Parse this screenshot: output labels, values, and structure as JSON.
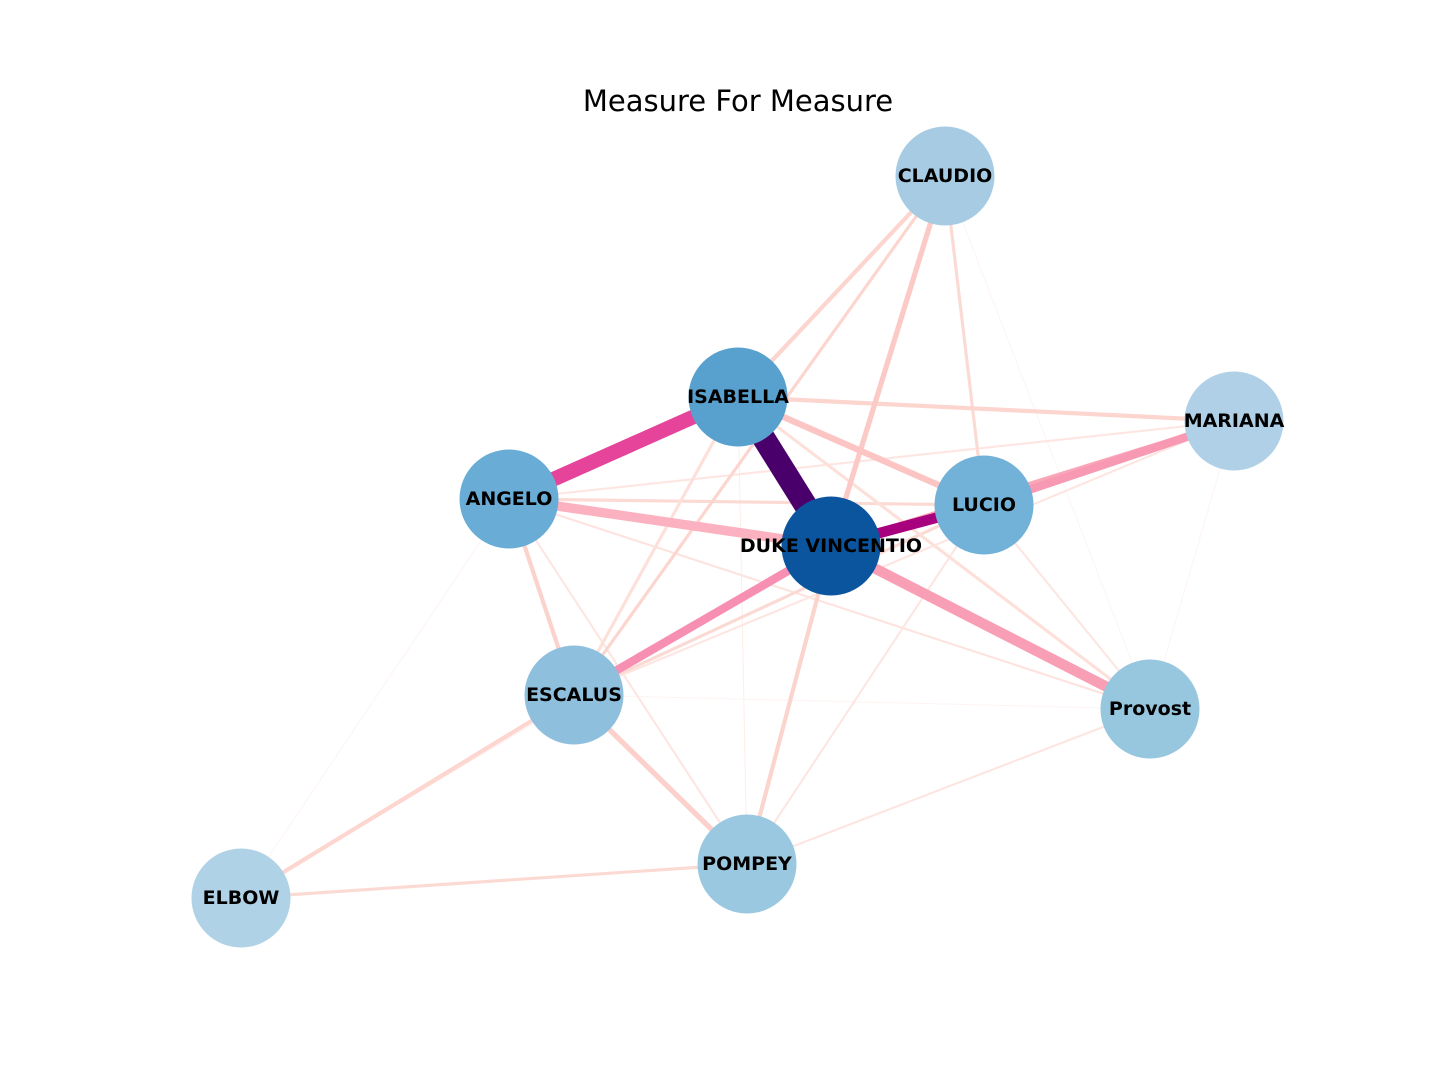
{
  "title": "Measure For Measure",
  "nodes": [
    {
      "id": "CLAUDIO",
      "label": "CLAUDIO",
      "color": "#a6cbe2"
    },
    {
      "id": "ISABELLA",
      "label": "ISABELLA",
      "color": "#58a1cf"
    },
    {
      "id": "MARIANA",
      "label": "MARIANA",
      "color": "#afd0e6"
    },
    {
      "id": "ANGELO",
      "label": "ANGELO",
      "color": "#69acd5"
    },
    {
      "id": "LUCIO",
      "label": "LUCIO",
      "color": "#72b2d8"
    },
    {
      "id": "DUKE",
      "label": "DUKE VINCENTIO",
      "color": "#0b559f"
    },
    {
      "id": "ESCALUS",
      "label": "ESCALUS",
      "color": "#8ec0de"
    },
    {
      "id": "PROVOST",
      "label": "Provost",
      "color": "#97c6df"
    },
    {
      "id": "POMPEY",
      "label": "POMPEY",
      "color": "#9ac8e0"
    },
    {
      "id": "ELBOW",
      "label": "ELBOW",
      "color": "#b0d2e7"
    }
  ],
  "edges": [
    {
      "source": "ISABELLA",
      "target": "DUKE",
      "weight": 22,
      "color": "#4a006a"
    },
    {
      "source": "ISABELLA",
      "target": "ANGELO",
      "weight": 14,
      "color": "#e5449a"
    },
    {
      "source": "DUKE",
      "target": "LUCIO",
      "weight": 10,
      "color": "#a8017e"
    },
    {
      "source": "DUKE",
      "target": "PROVOST",
      "weight": 10,
      "color": "#f99fb5"
    },
    {
      "source": "DUKE",
      "target": "ESCALUS",
      "weight": 8,
      "color": "#f78fb3"
    },
    {
      "source": "LUCIO",
      "target": "MARIANA",
      "weight": 8,
      "color": "#f899b3"
    },
    {
      "source": "DUKE",
      "target": "ANGELO",
      "weight": 9,
      "color": "#fbb1bf"
    },
    {
      "source": "DUKE",
      "target": "MARIANA",
      "weight": 5,
      "color": "#f9a7b8"
    },
    {
      "source": "ISABELLA",
      "target": "LUCIO",
      "weight": 6,
      "color": "#fcc4c3"
    },
    {
      "source": "DUKE",
      "target": "CLAUDIO",
      "weight": 5,
      "color": "#fccac6"
    },
    {
      "source": "ESCALUS",
      "target": "POMPEY",
      "weight": 5,
      "color": "#fcd0cb"
    },
    {
      "source": "ISABELLA",
      "target": "CLAUDIO",
      "weight": 4,
      "color": "#fdd5cf"
    },
    {
      "source": "ISABELLA",
      "target": "MARIANA",
      "weight": 4,
      "color": "#fcd5cf"
    },
    {
      "source": "ANGELO",
      "target": "ESCALUS",
      "weight": 4,
      "color": "#fcd2cc"
    },
    {
      "source": "ESCALUS",
      "target": "ELBOW",
      "weight": 4,
      "color": "#fdd6d0"
    },
    {
      "source": "DUKE",
      "target": "POMPEY",
      "weight": 4,
      "color": "#fcd4ce"
    },
    {
      "source": "ANGELO",
      "target": "LUCIO",
      "weight": 3,
      "color": "#fcdad4"
    },
    {
      "source": "ELBOW",
      "target": "POMPEY",
      "weight": 3,
      "color": "#fcdad4"
    },
    {
      "source": "CLAUDIO",
      "target": "LUCIO",
      "weight": 3,
      "color": "#fcdad4"
    },
    {
      "source": "LUCIO",
      "target": "ESCALUS",
      "weight": 3,
      "color": "#fcdad4"
    },
    {
      "source": "ISABELLA",
      "target": "PROVOST",
      "weight": 3,
      "color": "#fde0da"
    },
    {
      "source": "ISABELLA",
      "target": "ESCALUS",
      "weight": 3,
      "color": "#fde0da"
    },
    {
      "source": "CLAUDIO",
      "target": "ESCALUS",
      "weight": 3,
      "color": "#fdd5cf"
    },
    {
      "source": "ANGELO",
      "target": "PROVOST",
      "weight": 2,
      "color": "#fde3de"
    },
    {
      "source": "ANGELO",
      "target": "POMPEY",
      "weight": 2,
      "color": "#fde6e2"
    },
    {
      "source": "LUCIO",
      "target": "POMPEY",
      "weight": 2,
      "color": "#fde6e2"
    },
    {
      "source": "POMPEY",
      "target": "PROVOST",
      "weight": 2,
      "color": "#fde6e2"
    },
    {
      "source": "ANGELO",
      "target": "MARIANA",
      "weight": 2,
      "color": "#fde6e2"
    },
    {
      "source": "ESCALUS",
      "target": "MARIANA",
      "weight": 2,
      "color": "#fde6e2"
    },
    {
      "source": "LUCIO",
      "target": "PROVOST",
      "weight": 2,
      "color": "#fde6e2"
    },
    {
      "source": "ISABELLA",
      "target": "POMPEY",
      "weight": 1,
      "color": "#fdeeea"
    },
    {
      "source": "DUKE",
      "target": "ELBOW",
      "weight": 1,
      "color": "#fdf0ec"
    },
    {
      "source": "ANGELO",
      "target": "ELBOW",
      "weight": 1,
      "color": "#fef4f1"
    },
    {
      "source": "ESCALUS",
      "target": "PROVOST",
      "weight": 1,
      "color": "#fef4f1"
    },
    {
      "source": "CLAUDIO",
      "target": "PROVOST",
      "weight": 1,
      "color": "#fef5f3"
    },
    {
      "source": "MARIANA",
      "target": "PROVOST",
      "weight": 1,
      "color": "#fef5f3"
    }
  ]
}
